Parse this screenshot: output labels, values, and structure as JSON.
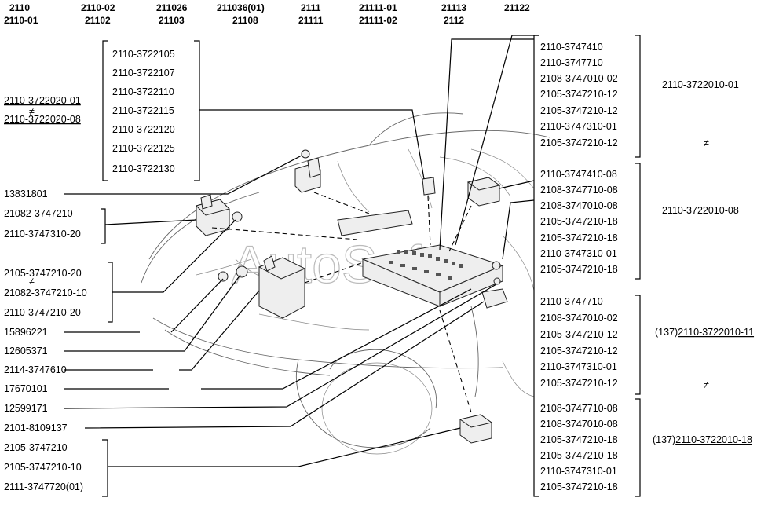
{
  "header": {
    "columns": [
      {
        "top": "2110",
        "bottom": "2110-01"
      },
      {
        "top": "2110-02",
        "bottom": "21102"
      },
      {
        "top": "211026",
        "bottom": "21103"
      },
      {
        "top": "211036(01)",
        "bottom": "21108"
      },
      {
        "top": "2111",
        "bottom": "21111"
      },
      {
        "top": "21111-01",
        "bottom": "21111-02"
      },
      {
        "top": "21113",
        "bottom": "2112"
      },
      {
        "top": "21122",
        "bottom": ""
      }
    ]
  },
  "left_group_top": {
    "line1": "2110-3722020-01",
    "neq": "≠",
    "line2": "2110-3722020-08"
  },
  "fuse_list": [
    "2110-3722105",
    "2110-3722107",
    "2110-3722110",
    "2110-3722115",
    "2110-3722120",
    "2110-3722125",
    "2110-3722130"
  ],
  "left_labels": {
    "a": "13831801",
    "relay_group": [
      "21082-3747210",
      "2110-3747310-20"
    ],
    "mid_group": [
      "2105-3747210-20",
      "21082-3747210-10",
      "2110-3747210-20"
    ],
    "mid_neq": "≠",
    "b": "15896221",
    "c": "12605371",
    "d": "2114-3747610",
    "e": "17670101",
    "f": "12599171",
    "g": "2101-8109137",
    "bottom_group": [
      "2105-3747210",
      "2105-3747210-10",
      "2111-3747720(01)"
    ]
  },
  "right_lists": {
    "list1": [
      "2110-3747410",
      "2110-3747710",
      "2108-3747010-02",
      "2105-3747210-12",
      "2105-3747210-12",
      "2110-3747310-01",
      "2105-3747210-12"
    ],
    "list2": [
      "2110-3747410-08",
      "2108-3747710-08",
      "2108-3747010-08",
      "2105-3747210-18",
      "2105-3747210-18",
      "2110-3747310-01",
      "2105-3747210-18"
    ],
    "list3": [
      "2110-3747710",
      "2108-3747010-02",
      "2105-3747210-12",
      "2105-3747210-12",
      "2110-3747310-01",
      "2105-3747210-12"
    ],
    "list4": [
      "2108-3747710-08",
      "2108-3747010-08",
      "2105-3747210-18",
      "2105-3747210-18",
      "2110-3747310-01",
      "2105-3747210-18"
    ]
  },
  "right_assemblies": {
    "a1": "2110-3722010-01",
    "neq1": "≠",
    "a2": "2110-3722010-08",
    "a3_prefix": "(137)",
    "a3": "2110-3722010-11",
    "neq2": "≠",
    "a4_prefix": "(137)",
    "a4": "2110-3722010-18"
  },
  "watermark": "AutoSoft"
}
